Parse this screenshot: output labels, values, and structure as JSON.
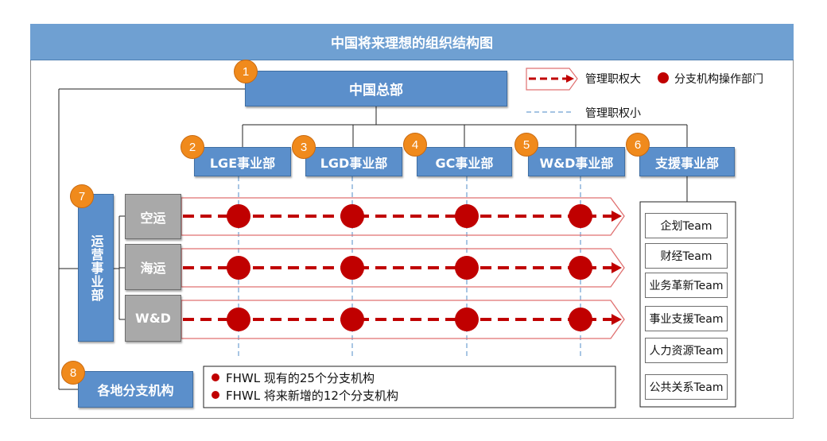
{
  "title": "中国将来理想的组织结构图",
  "headquarters": {
    "label": "中国总部",
    "badge": "1"
  },
  "divisions": [
    {
      "label": "LGE事业部",
      "badge": "2"
    },
    {
      "label": "LGD事业部",
      "badge": "3"
    },
    {
      "label": "GC事业部",
      "badge": "4"
    },
    {
      "label": "W&D事业部",
      "badge": "5"
    },
    {
      "label": "支援事业部",
      "badge": "6"
    }
  ],
  "operations": {
    "label": "运营事业部",
    "badge": "7",
    "modes": [
      {
        "label": "空运"
      },
      {
        "label": "海运"
      },
      {
        "label": "W&D"
      }
    ]
  },
  "branches": {
    "label": "各地分支机构",
    "badge": "8"
  },
  "notes": [
    "FHWL 现有的25个分支机构",
    "FHWL 将来新增的12个分支机构"
  ],
  "support_teams": [
    "企划Team",
    "财经Team",
    "业务革新Team",
    "事业支援Team",
    "人力资源Team",
    "公共关系Team"
  ],
  "legend": {
    "strong": "管理职权大",
    "branch_op": "分支机构操作部门",
    "weak": "管理职权小"
  },
  "colors": {
    "header_blue": "#6fa0d2",
    "box_blue": "#5b8fcb",
    "badge_orange": "#f08a1c",
    "line_red": "#c00000",
    "gray": "#a9a9a9",
    "dashed_blue": "#6fa0d2"
  }
}
